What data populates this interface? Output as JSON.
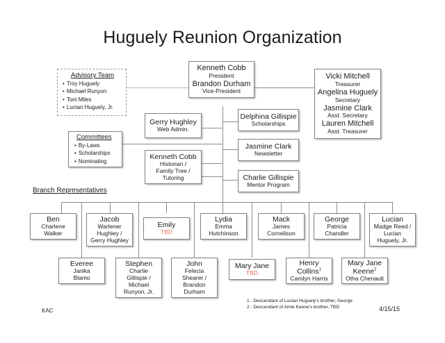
{
  "title": "Huguely Reunion Organization",
  "advisory": {
    "heading": "Advisory Team",
    "members": [
      "Troy Huguely",
      "Michael Runyon",
      "Toni Miles",
      "Lucian Huguely, Jr."
    ]
  },
  "committees": {
    "heading": "Committees",
    "items": [
      "By-Laws",
      "Scholarships",
      "Nominating"
    ]
  },
  "president": {
    "name1": "Kenneth Cobb",
    "role1": "President",
    "name2": "Brandon Durham",
    "role2": "Vice-President"
  },
  "officers": [
    {
      "name": "Vicki Mitchell",
      "role": "Treasurer"
    },
    {
      "name": "Angelina Huguely",
      "role": "Secretary"
    },
    {
      "name": "Jasmine Clark",
      "role": "Asst. Secretary"
    },
    {
      "name": "Lauren Mitchell",
      "role": "Asst. Treasurer"
    }
  ],
  "middle": [
    {
      "name": "Gerry Hughley",
      "role": "Web Admin."
    },
    {
      "name": "Kenneth Cobb",
      "role": "Historian /\nFamily Tree /\nTutoring"
    }
  ],
  "staff": [
    {
      "name": "Delphina Gillispie",
      "role": "Scholarships"
    },
    {
      "name": "Jasmine Clark",
      "role": "Newsletter"
    },
    {
      "name": "Charlie Gillispie",
      "role": "Mentor Program"
    }
  ],
  "branch_header": "Branch Representatives",
  "branch_row1": [
    {
      "name": "Ben",
      "rep": "Charlene\nWalker",
      "tbd": false
    },
    {
      "name": "Jacob",
      "rep": "Warlener\nHughley /\nGerry Hughley",
      "tbd": false
    },
    {
      "name": "Emily",
      "rep": "TBD",
      "tbd": true
    },
    {
      "name": "Lydia",
      "rep": "Emma\nHutchinson",
      "tbd": false
    },
    {
      "name": "Mack",
      "rep": "James\nCornelison",
      "tbd": false
    },
    {
      "name": "George",
      "rep": "Patricia\nChandler",
      "tbd": false
    },
    {
      "name": "Lucian",
      "rep": "Madge Reed /\nLucian\nHuguely, Jr.",
      "tbd": false
    }
  ],
  "branch_row2": [
    {
      "name": "Everee",
      "rep": "Janika\nBlamo",
      "tbd": false
    },
    {
      "name": "Stephen",
      "rep": "Charlie\nGillispie /\nMichael\nRunyon, Jr.",
      "tbd": false
    },
    {
      "name": "John",
      "rep": "Felecia\nShearer /\nBrandon\nDurham",
      "tbd": false
    },
    {
      "name": "Mary Jane",
      "rep": "TBD",
      "tbd": true
    },
    {
      "name": "Henry",
      "name_sup": "1",
      "name_line2": "Collins",
      "rep": "Carolyn Harris",
      "tbd": false
    },
    {
      "name": "Mary Jane",
      "name_sup": "2",
      "name_line2": "Keene",
      "rep": "Otha Chenault",
      "tbd": false
    }
  ],
  "footnotes": [
    "1 - Descendant of Lucian Huguely's brother, George",
    "2 - Descendant of Amie Keene's brother, TBD"
  ],
  "author_initials": "KAC",
  "date": "4/15/15",
  "colors": {
    "line": "#8c8c8c",
    "border": "#808080",
    "tbd": "#e8705a",
    "text": "#1a1a1a"
  }
}
